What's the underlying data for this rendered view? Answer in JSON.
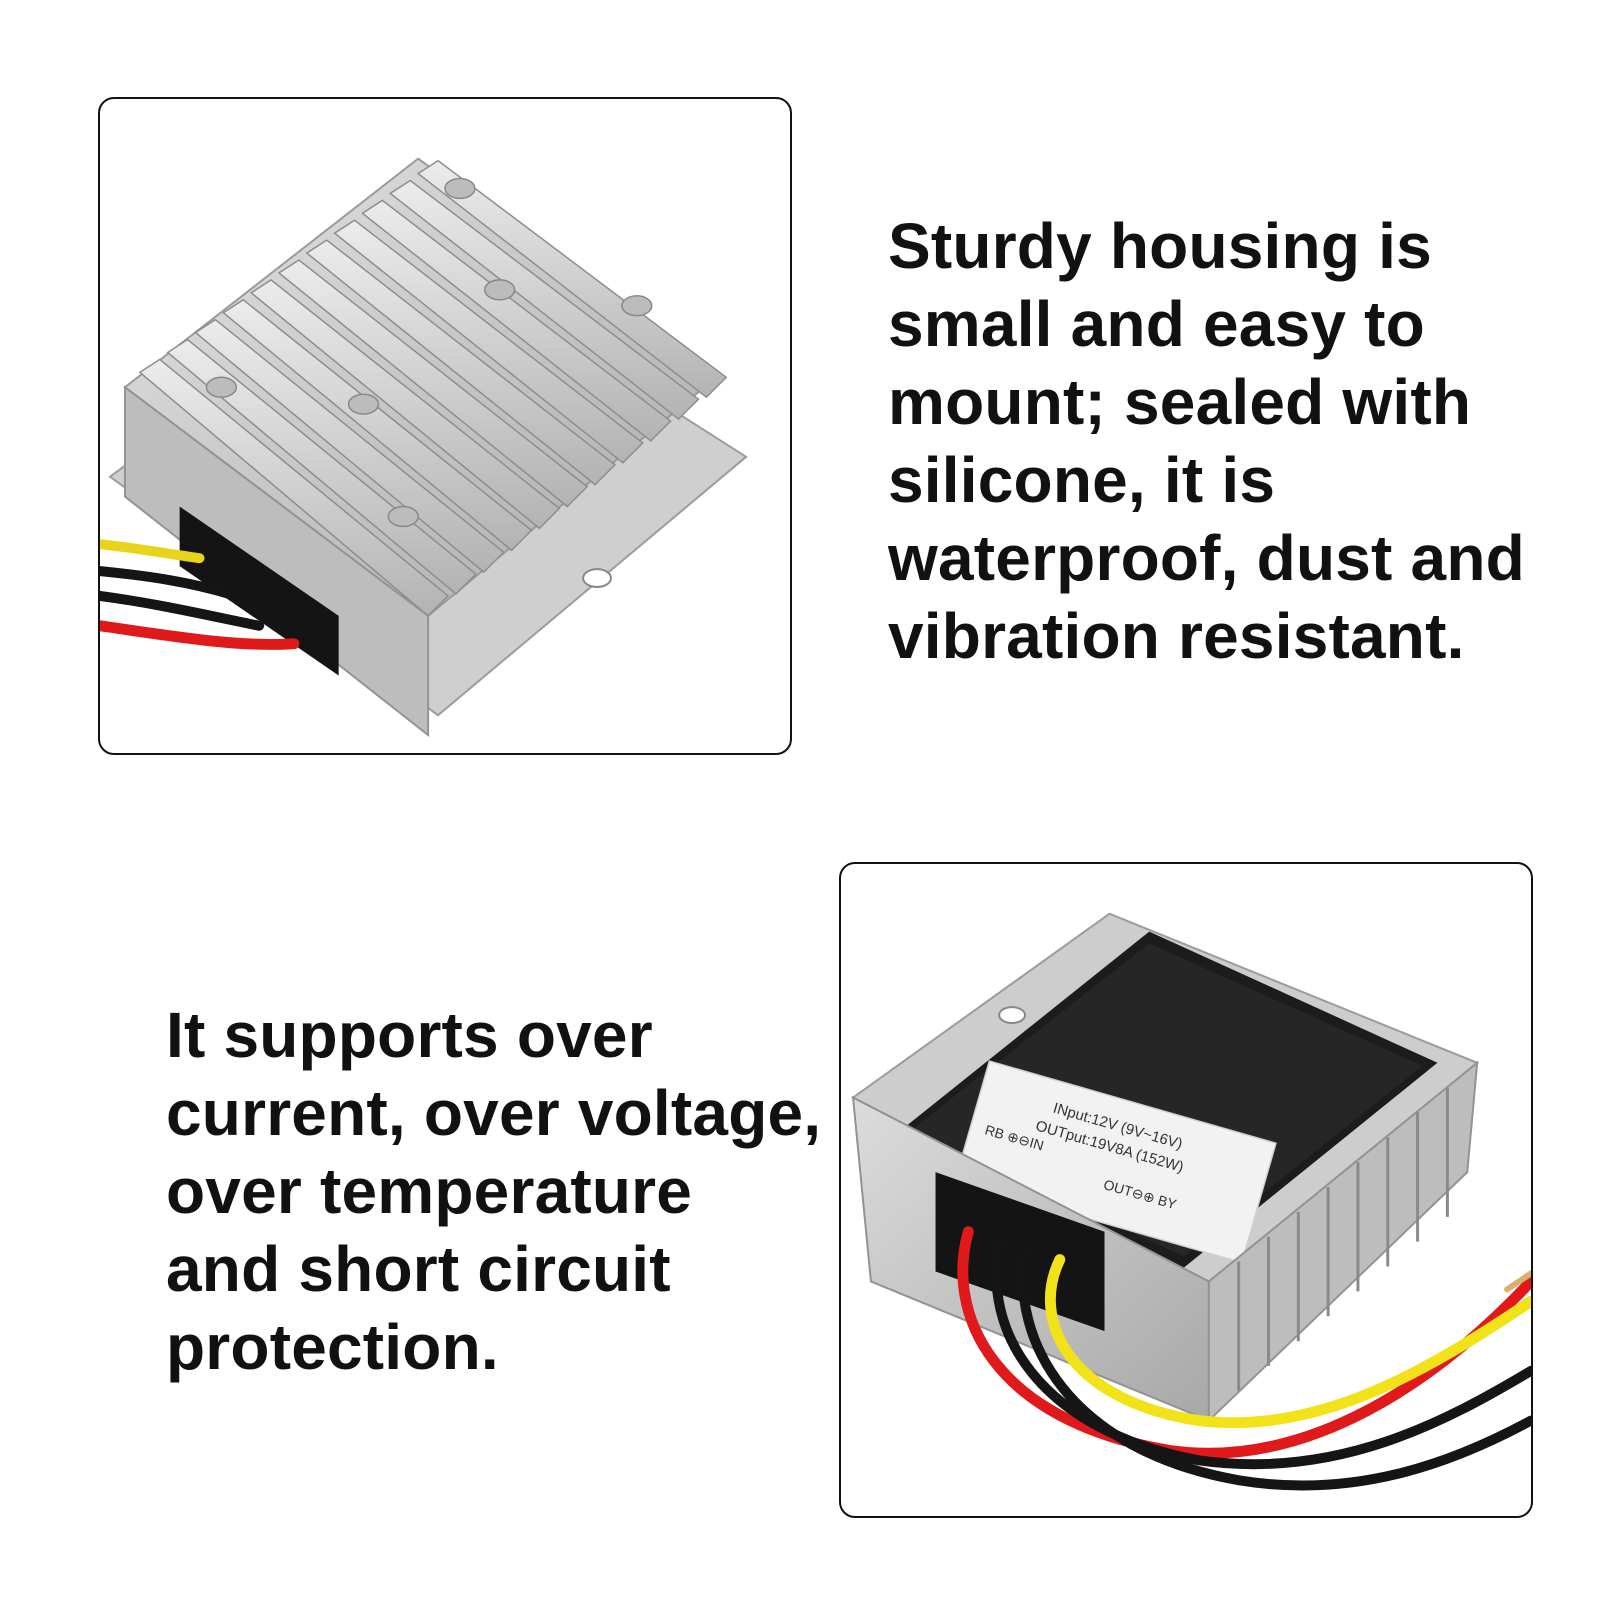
{
  "top_panel": {
    "caption_lines": [
      "Sturdy housing is",
      "small and easy to",
      "mount; sealed with",
      "silicone, it is",
      "waterproof, dust and",
      "vibration resistant."
    ],
    "image_subject": "aluminum finned converter housing with wires"
  },
  "bottom_panel": {
    "caption_lines": [
      "It supports over",
      "current, over voltage,",
      "over temperature",
      "and short circuit",
      "protection."
    ],
    "label": {
      "input": "INput:12V  (9V~16V)",
      "output": "OUTput:19V8A  (152W)",
      "in_terminals": "RB ⊕⊖IN",
      "out_terminals": "OUT⊖⊕ BY"
    }
  },
  "colors": {
    "text": "#111111",
    "aluminum": "#c9c9c9",
    "wire_red": "#e01a1a",
    "wire_yellow": "#f2e21a",
    "wire_black": "#151515"
  }
}
